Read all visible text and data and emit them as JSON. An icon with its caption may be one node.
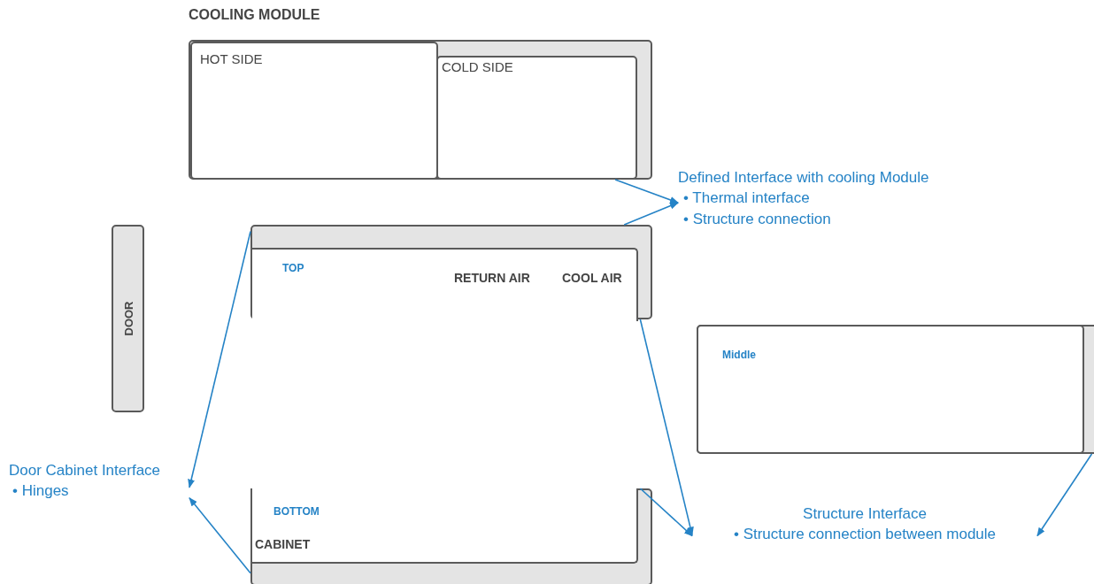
{
  "diagram": {
    "nodes": [
      {
        "text": [
          "COOLING MODULE"
        ]
      },
      {
        "text": [
          "HOT SIDE"
        ],
        "in": 0
      },
      {
        "text": [
          "COLD SIDE"
        ],
        "in": 0
      },
      {
        "text": [],
        "shape": "box"
      },
      {
        "text": [
          "TOP",
          "RETURN AIR",
          "COOL AIR"
        ],
        "in": 3
      },
      {
        "text": [
          "DOOR"
        ]
      },
      {
        "text": [],
        "shape": "box"
      },
      {
        "text": [
          "Middle"
        ],
        "in": 6
      },
      {
        "text": [],
        "shape": "box"
      },
      {
        "text": [
          "BOTTOM",
          "CABINET"
        ],
        "in": 8
      },
      {
        "text": [
          "Defined Interface with cooling Module",
          "• Thermal interface",
          "• Structure connection"
        ]
      },
      {
        "text": [
          "Door Cabinet Interface",
          "• Hinges"
        ]
      },
      {
        "text": [
          "Structure Interface",
          "• Structure connection between module"
        ]
      }
    ],
    "edges": [
      {
        "from": 0,
        "to": 10,
        "arrow": "to"
      },
      {
        "from": 3,
        "to": 10,
        "arrow": "to"
      },
      {
        "from": 3,
        "to": 11,
        "arrow": "to"
      },
      {
        "from": 8,
        "to": 11,
        "arrow": "to"
      },
      {
        "from": 3,
        "to": 12,
        "arrow": "to"
      },
      {
        "from": 8,
        "to": 12,
        "arrow": "to"
      },
      {
        "from": 6,
        "to": 12,
        "arrow": "to"
      }
    ]
  }
}
